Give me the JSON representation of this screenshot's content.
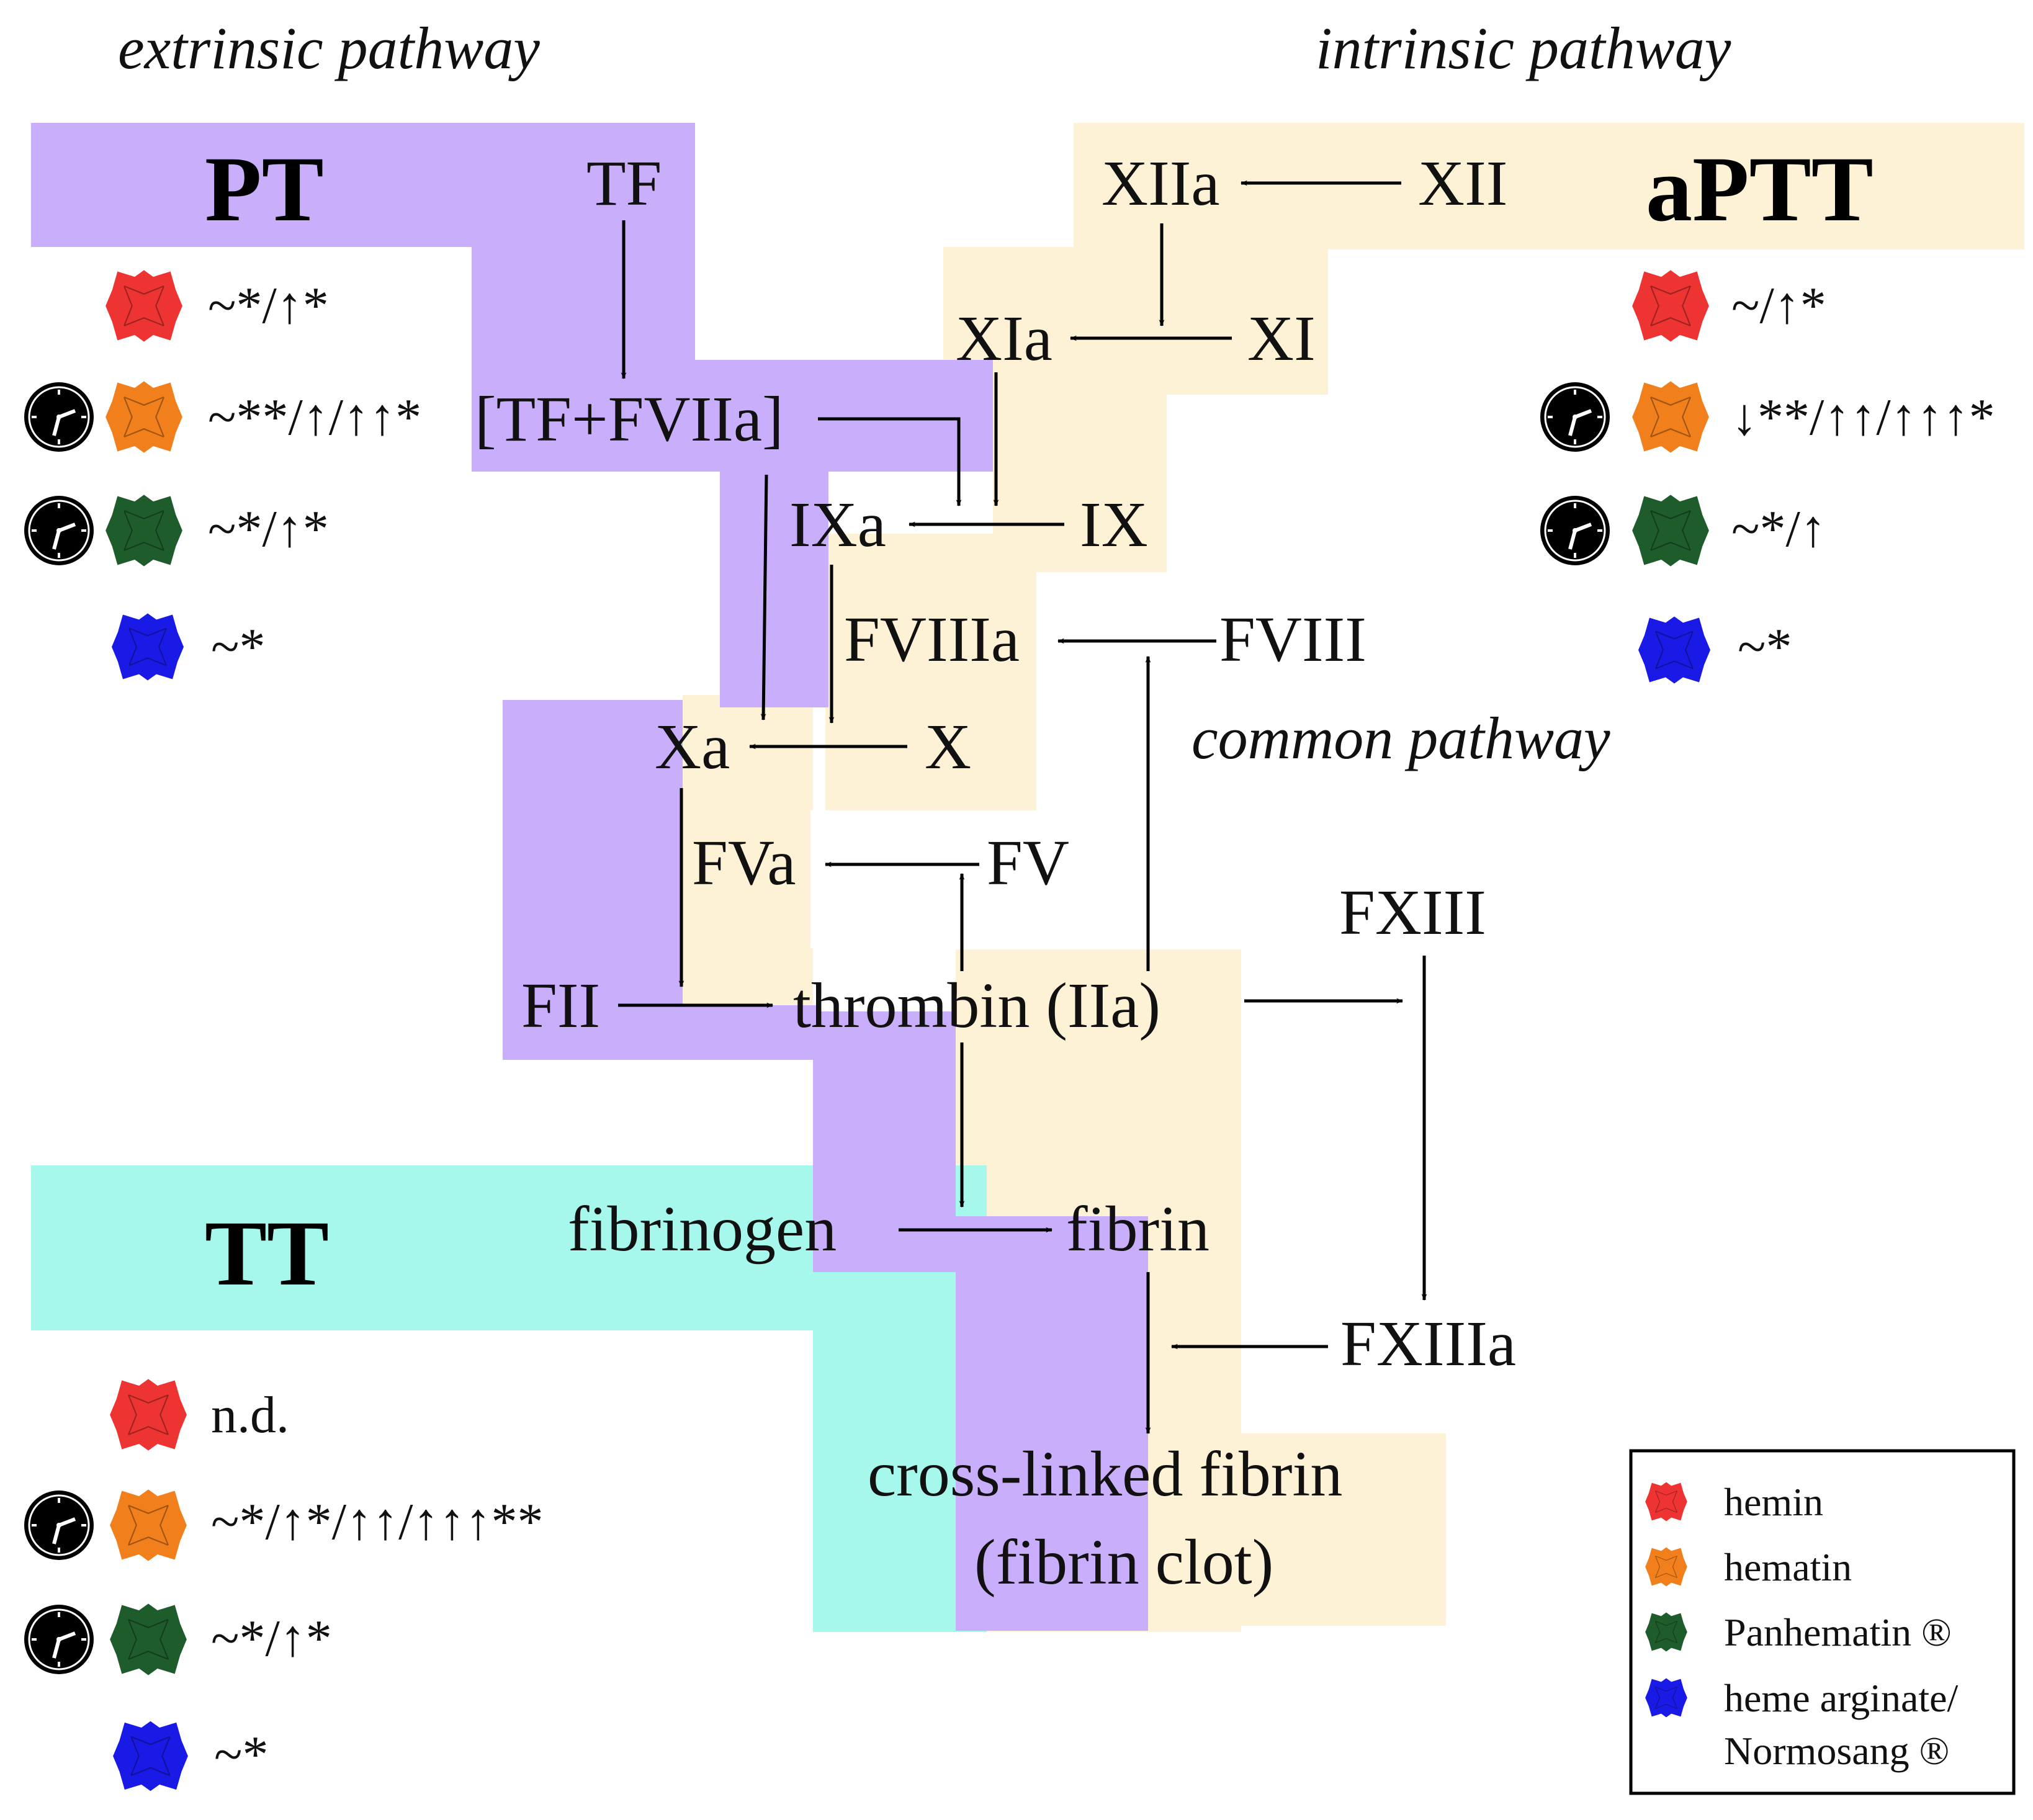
{
  "titles": {
    "extrinsic": "extrinsic pathway",
    "intrinsic": "intrinsic pathway",
    "common": "common pathway"
  },
  "tests": {
    "pt": "PT",
    "aptt": "aPTT",
    "tt": "TT"
  },
  "nodes": {
    "tf": "TF",
    "tf_fviia": "[TF+FVIIa]",
    "xiia": "XIIa",
    "xii": "XII",
    "xia": "XIa",
    "xi": "XI",
    "ixa": "IXa",
    "ix": "IX",
    "fviiia": "FVIIIa",
    "fviii": "FVIII",
    "xa": "Xa",
    "x": "X",
    "fva": "FVa",
    "fv": "FV",
    "fii": "FII",
    "thrombin": "thrombin (IIa)",
    "fxiii": "FXIII",
    "fibrinogen": "fibrinogen",
    "fibrin": "fibrin",
    "fxiiia": "FXIIIa",
    "crosslinked": "cross-linked fibrin",
    "clot": "(fibrin clot)"
  },
  "results": {
    "pt": [
      "~*/↑*",
      "~**/↑/↑↑*",
      "~*/↑*",
      "~*"
    ],
    "aptt": [
      "~/↑*",
      "↓**/↑↑/↑↑↑*",
      "~*/↑",
      "~*"
    ],
    "tt": [
      "n.d.",
      "~*/↑*/↑↑/↑↑↑**",
      "~*/↑*",
      "~*"
    ]
  },
  "legend": {
    "items": [
      {
        "label": "hemin",
        "color": "#ee3333"
      },
      {
        "label": "hematin",
        "color": "#f07f1c"
      },
      {
        "label": "Panhematin ®",
        "color": "#1f5c2c"
      },
      {
        "label": "heme arginate/",
        "color": "#1a1ae6"
      }
    ],
    "continuation": "Normosang ®"
  },
  "colors": {
    "purple": "#c9aefc",
    "beige": "#fdf2d6",
    "cyan": "#a7f8ec",
    "hemin": "#ee3333",
    "hematin": "#f07f1c",
    "panhematin": "#1f5c2c",
    "heme_arginate": "#1a1ae6"
  },
  "icons": {
    "heme_molecule": "heme-molecule-icon",
    "time_dependent": "clock-icon"
  }
}
